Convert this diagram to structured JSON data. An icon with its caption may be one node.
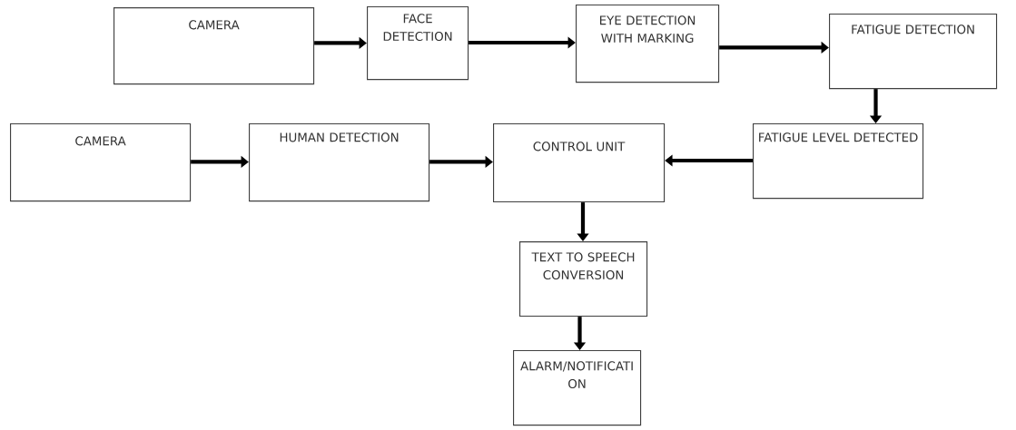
{
  "diagram": {
    "nodes": [
      {
        "text": [
          "CAMERA"
        ]
      },
      {
        "text": [
          "FACE DETECTION"
        ]
      },
      {
        "text": [
          "EYE DETECTION WITH MARKING"
        ]
      },
      {
        "text": [
          "FATIGUE DETECTION"
        ]
      },
      {
        "text": [
          "CAMERA"
        ]
      },
      {
        "text": [
          "HUMAN DETECTION"
        ]
      },
      {
        "text": [
          "CONTROL UNIT"
        ]
      },
      {
        "text": [
          "FATIGUE LEVEL DETECTED"
        ]
      },
      {
        "text": [
          "TEXT TO SPEECH CONVERSION"
        ]
      },
      {
        "text": [
          "ALARM/NOTIFICATI ON"
        ]
      }
    ],
    "edges": [
      {
        "from": 0,
        "to": 1,
        "arrow": "to"
      },
      {
        "from": 1,
        "to": 2,
        "arrow": "to"
      },
      {
        "from": 2,
        "to": 3,
        "arrow": "to"
      },
      {
        "from": 3,
        "to": 7,
        "arrow": "to"
      },
      {
        "from": 7,
        "to": 6,
        "arrow": "to"
      },
      {
        "from": 4,
        "to": 5,
        "arrow": "to"
      },
      {
        "from": 5,
        "to": 6,
        "arrow": "to"
      },
      {
        "from": 6,
        "to": 8,
        "arrow": "to"
      },
      {
        "from": 8,
        "to": 9,
        "arrow": "to"
      }
    ]
  }
}
